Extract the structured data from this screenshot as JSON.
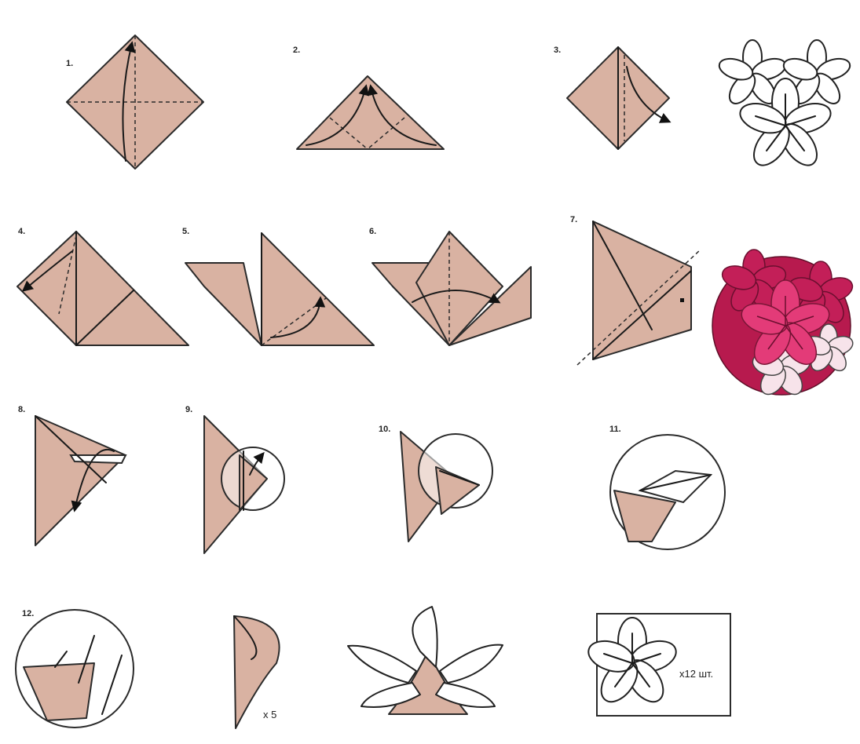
{
  "steps": [
    {
      "label": "1."
    },
    {
      "label": "2."
    },
    {
      "label": "3."
    },
    {
      "label": "4."
    },
    {
      "label": "5."
    },
    {
      "label": "6."
    },
    {
      "label": "7."
    },
    {
      "label": "8."
    },
    {
      "label": "9."
    },
    {
      "label": "10."
    },
    {
      "label": "11."
    },
    {
      "label": "12."
    }
  ],
  "annotations": {
    "repeat_five": "x 5",
    "twelve_pieces": "x12 шт."
  },
  "colors": {
    "paper": "#d9b2a2",
    "paper_shadow": "#c79f90",
    "kusudama_pink": "#e33b78",
    "kusudama_pink_dark": "#c31f58",
    "outline": "#2b2b2b"
  }
}
